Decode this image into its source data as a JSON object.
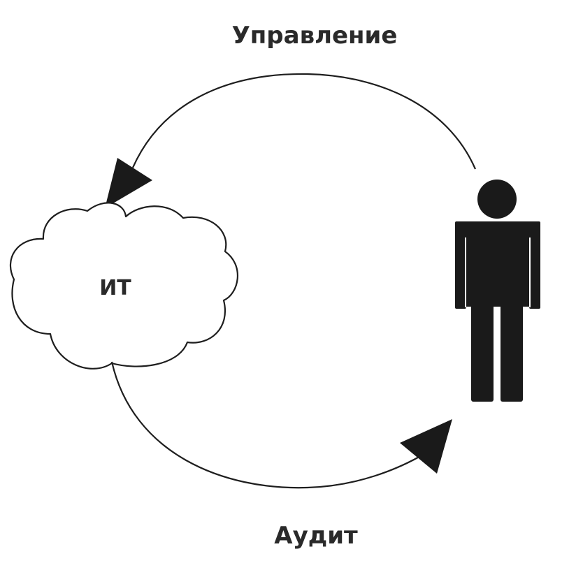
{
  "diagram": {
    "top_label": "Управление",
    "bottom_label": "Аудит",
    "cloud_label": "ИТ",
    "colors": {
      "background": "#ffffff",
      "stroke": "#1e1e1e",
      "figure": "#1a1a1a",
      "text": "#2a2a2a"
    },
    "icons": {
      "cloud": "cloud-icon",
      "person": "person-icon",
      "arrow_top": "arrowhead-icon",
      "arrow_bottom": "arrowhead-icon"
    }
  }
}
